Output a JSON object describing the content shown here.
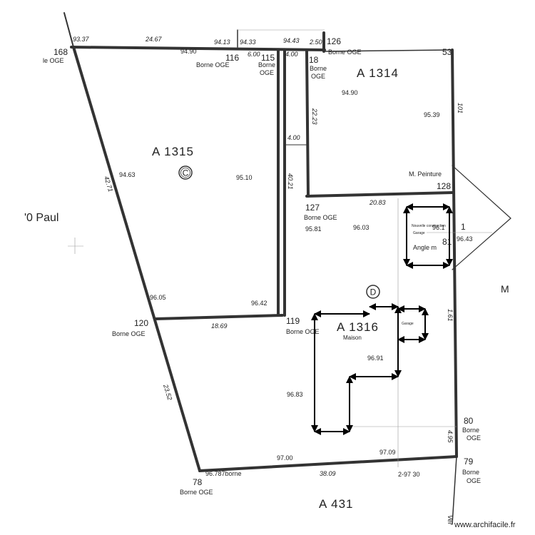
{
  "parcels": {
    "a1315": "A 1315",
    "a1314": "A 1314",
    "a1316": "A 1316",
    "a431": "A 431"
  },
  "owner": {
    "left": "'0 Paul",
    "right_edge": "M"
  },
  "markers": {
    "c": "C",
    "d": "D"
  },
  "points": {
    "p168": "168",
    "p116": "116",
    "p115": "115",
    "p18": "18",
    "p126": "126",
    "p53": "53",
    "p127": "127",
    "p128": "128",
    "p81": "81",
    "p120": "120",
    "p119": "119",
    "p78": "78",
    "p80": "80",
    "p79": "79",
    "p1": "1"
  },
  "borne": {
    "b168": "le OGE",
    "b116": "Borne OGE",
    "b115a": "Borne",
    "b115b": "OGE",
    "b18a": "Borne",
    "b18b": "OGE",
    "b126": "Borne OGE",
    "b127": "Borne OGE",
    "b120": "Borne OGE",
    "b119": "Borne OGE",
    "b78": "Borne OGE",
    "b80a": "Borne",
    "b80b": "OGE",
    "b79a": "Borne",
    "b79b": "OGE",
    "m_peinture": "M. Peinture",
    "angle": "Angle m"
  },
  "distances": {
    "d9337": "93.37",
    "d2467": "24.67",
    "d9413": "94.13",
    "d600": "6.00",
    "d9433": "94.33",
    "d400top": "4.00",
    "d9443": "94.43",
    "d250": "2.50",
    "d2223": "22.23",
    "d400": "4.00",
    "d4021": "40.21",
    "d4271": "42.71",
    "d2083": "20.83",
    "d1869": "18.69",
    "d2352": "23.52",
    "d3809": "38.09",
    "d495": "4.95",
    "d161": "1.61",
    "d_right": "101",
    "d_bot_right": "Ver"
  },
  "elevations": {
    "e9490a": "94.90",
    "e9490b": "94.90",
    "e9539": "95.39",
    "e9463": "94.63",
    "e9510": "95.10",
    "e9581": "95.81",
    "e9603": "96.03",
    "e96_1": "96.1",
    "e9643": "96.43",
    "e9605": "96.05",
    "e9642": "96.42",
    "e9691": "96.91",
    "e9683": "96.83",
    "e9700": "97.00",
    "e9709": "97.09",
    "e9678": "96.787borne",
    "e2_9730": "2-97 30"
  },
  "overlay": {
    "maison": "Maison",
    "garage_small": "Garage",
    "nouvelle_construction": "Nouvelle construction",
    "garage_new": "Garage"
  },
  "watermark": "www.archifacile.fr"
}
